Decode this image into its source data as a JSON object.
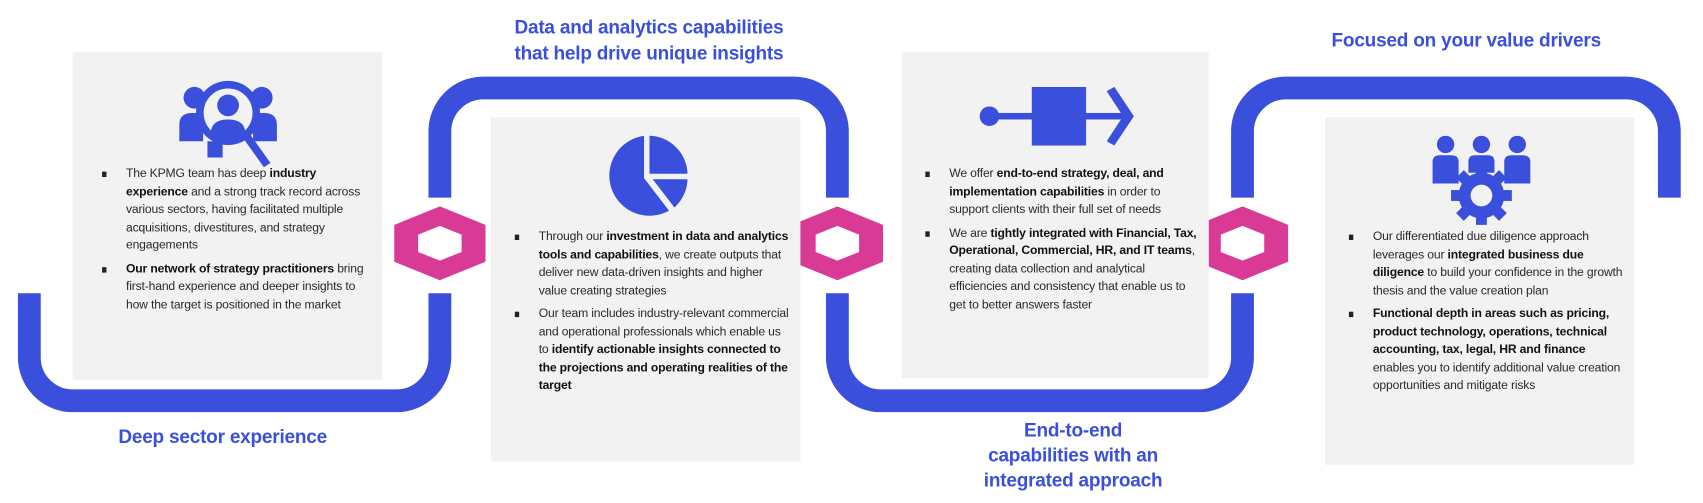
{
  "colors": {
    "track": "#3a4fdc",
    "hexagon": "#d93a96",
    "card": "#f2f2f2"
  },
  "titles": {
    "data_analytics": [
      "Data and analytics capabilities",
      "that help drive unique insights"
    ],
    "value_drivers": "Focused on your value drivers",
    "deep_sector": "Deep sector experience",
    "end_to_end": [
      "End-to-end",
      "capabilities with an",
      "integrated approach"
    ]
  },
  "cards": [
    {
      "icon": "people-search-icon",
      "bullets": [
        {
          "pre": "The KPMG team has deep ",
          "bold": "industry experience",
          "post": " and a strong track record across various sectors, having facilitated multiple acquisitions, divestitures, and strategy engagements"
        },
        {
          "pre": "",
          "bold": "Our network of strategy practitioners",
          "post": " bring first-hand experience and deeper insights to how the target is positioned in the market"
        }
      ]
    },
    {
      "icon": "pie-chart-icon",
      "bullets": [
        {
          "pre": "Through our ",
          "bold": "investment in data and analytics tools and capabilities",
          "post": ", we create outputs that deliver new data-driven insights and higher value creating strategies"
        },
        {
          "pre": "Our team includes industry-relevant commercial and operational professionals which enable us to ",
          "bold": "identify actionable insights connected to the projections and operating realities of the target",
          "post": ""
        }
      ]
    },
    {
      "icon": "process-arrow-icon",
      "bullets": [
        {
          "pre": "We offer ",
          "bold": "end-to-end strategy, deal, and implementation capabilities",
          "post": " in order to support clients with their full set of needs"
        },
        {
          "pre": "We are ",
          "bold": "tightly integrated with Financial, Tax, Operational, Commercial, HR, and IT teams",
          "post": ", creating data collection and analytical efficiencies and consistency that enable us to get to better answers faster"
        }
      ]
    },
    {
      "icon": "team-gear-icon",
      "bullets": [
        {
          "pre": "Our differentiated due diligence approach leverages our ",
          "bold": "integrated business due diligence",
          "post": " to build your confidence in the growth thesis and the value creation plan"
        },
        {
          "pre": "",
          "bold": "Functional depth in areas such as pricing, product technology, operations, technical accounting, tax, legal, HR and finance",
          "post": " enables you to identify additional value creation opportunities and mitigate risks"
        }
      ]
    }
  ]
}
